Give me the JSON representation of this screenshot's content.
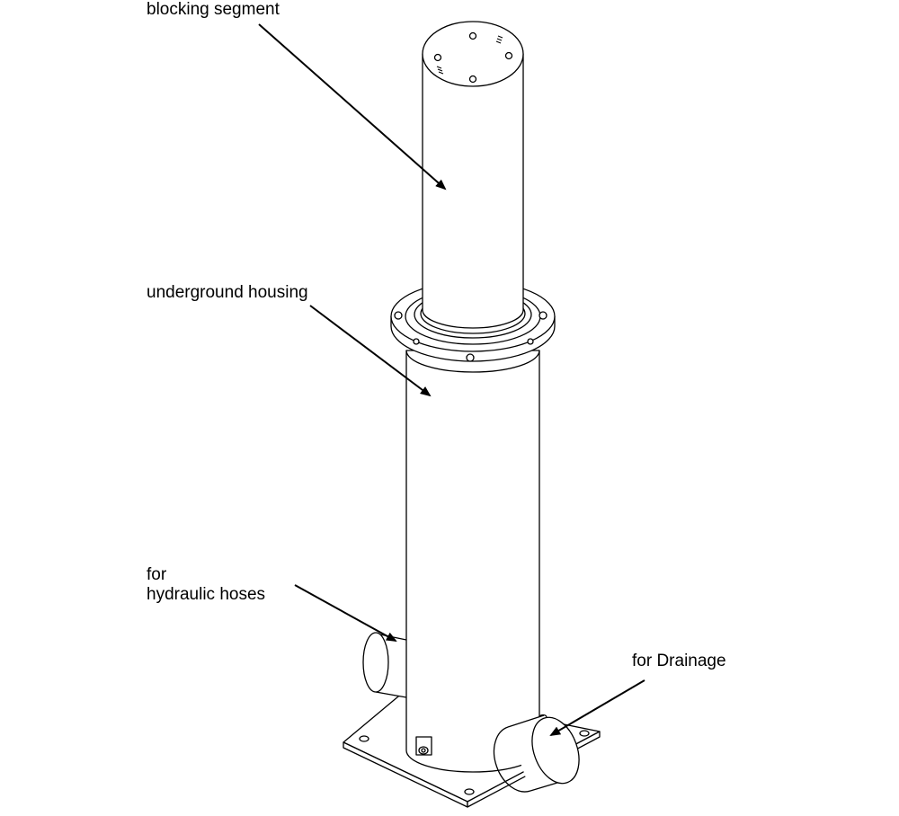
{
  "labels": {
    "blocking_segment": "blocking segment",
    "underground_housing": "underground housing",
    "hydraulic_line1": "for",
    "hydraulic_line2": "hydraulic hoses",
    "drainage": "for Drainage"
  },
  "colors": {
    "line": "#000000",
    "background": "#ffffff"
  }
}
